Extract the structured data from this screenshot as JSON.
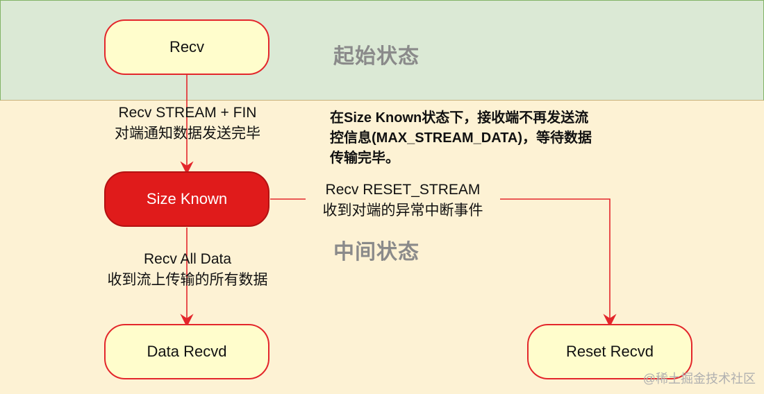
{
  "sections": {
    "initial": "起始状态",
    "intermediate": "中间状态"
  },
  "states": {
    "recv": "Recv",
    "size_known": "Size Known",
    "data_recvd": "Data Recvd",
    "reset_recvd": "Reset Recvd"
  },
  "transitions": {
    "stream_fin": {
      "line1": "Recv STREAM + FIN",
      "line2": "对端通知数据发送完毕"
    },
    "all_data": {
      "line1": "Recv All Data",
      "line2": "收到流上传输的所有数据"
    },
    "reset_stream": {
      "line1": "Recv RESET_STREAM",
      "line2": "收到对端的异常中断事件"
    }
  },
  "note": {
    "line1": "在Size Known状态下，接收端不再发送流",
    "line2": "控信息(MAX_STREAM_DATA)，等待数据",
    "line3": "传输完毕。"
  },
  "watermark": "@稀土掘金技术社区",
  "colors": {
    "edge": "#e3262b",
    "state_fill": "#fffdcc",
    "active_fill": "#e01b1b",
    "top_band": "#dbe9d5",
    "bottom_band": "#fdf2d4"
  }
}
